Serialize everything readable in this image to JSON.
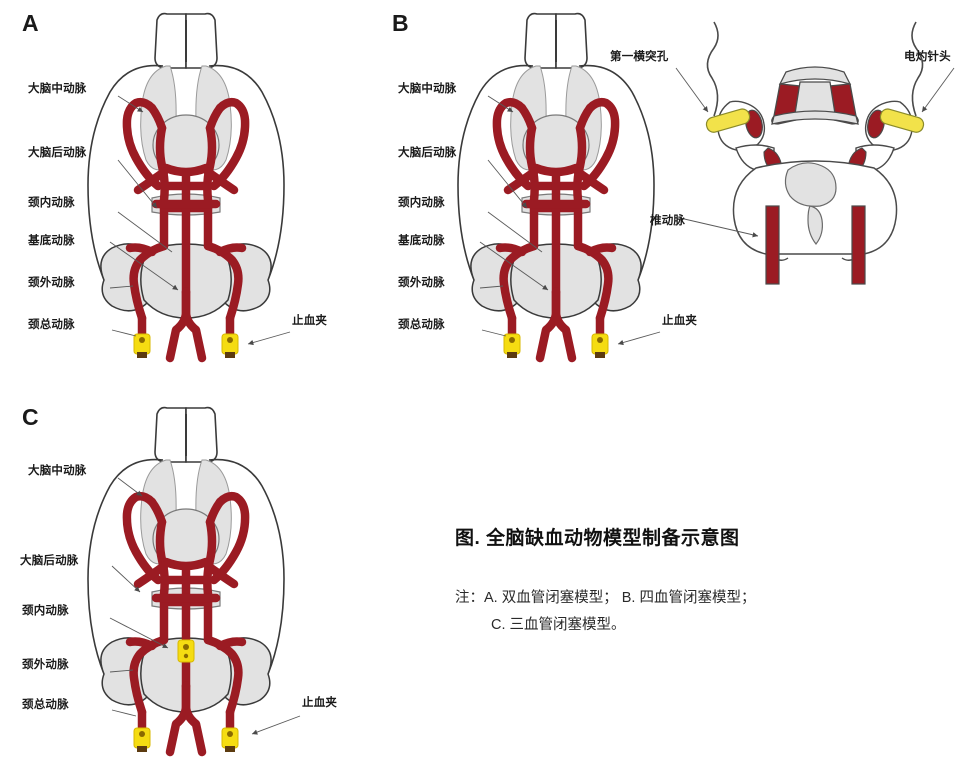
{
  "figure": {
    "panels": [
      {
        "letter": "A",
        "labels": [
          "大脑中动脉",
          "大脑后动脉",
          "颈内动脉",
          "基底动脉",
          "颈外动脉",
          "颈总动脉"
        ],
        "right_label": "止血夹",
        "clamp_count": 2
      },
      {
        "letter": "B",
        "labels": [
          "大脑中动脉",
          "大脑后动脉",
          "颈内动脉",
          "基底动脉",
          "颈外动脉",
          "颈总动脉"
        ],
        "right_label": "止血夹",
        "clamp_count": 2,
        "vertebra": {
          "left_label": "第一横突孔",
          "right_label": "电灼针头",
          "bottom_label": "椎动脉"
        }
      },
      {
        "letter": "C",
        "labels": [
          "大脑中动脉",
          "大脑后动脉",
          "颈内动脉",
          "颈外动脉",
          "颈总动脉"
        ],
        "right_label": "止血夹",
        "clamp_count": 3
      }
    ],
    "caption": {
      "title": "图. 全脑缺血动物模型制备示意图",
      "note_line1": "注：A. 双血管闭塞模型； B. 四血管闭塞模型；",
      "note_line2": "C. 三血管闭塞模型。"
    },
    "colors": {
      "artery": "#9B1B23",
      "artery_dark": "#7d1219",
      "tissue_gray": "#E2E2E2",
      "outline": "#3a3a3a",
      "clamp_yellow": "#F5DC12",
      "needle_yellow": "#F2E24A",
      "text": "#1a1a1a"
    }
  }
}
